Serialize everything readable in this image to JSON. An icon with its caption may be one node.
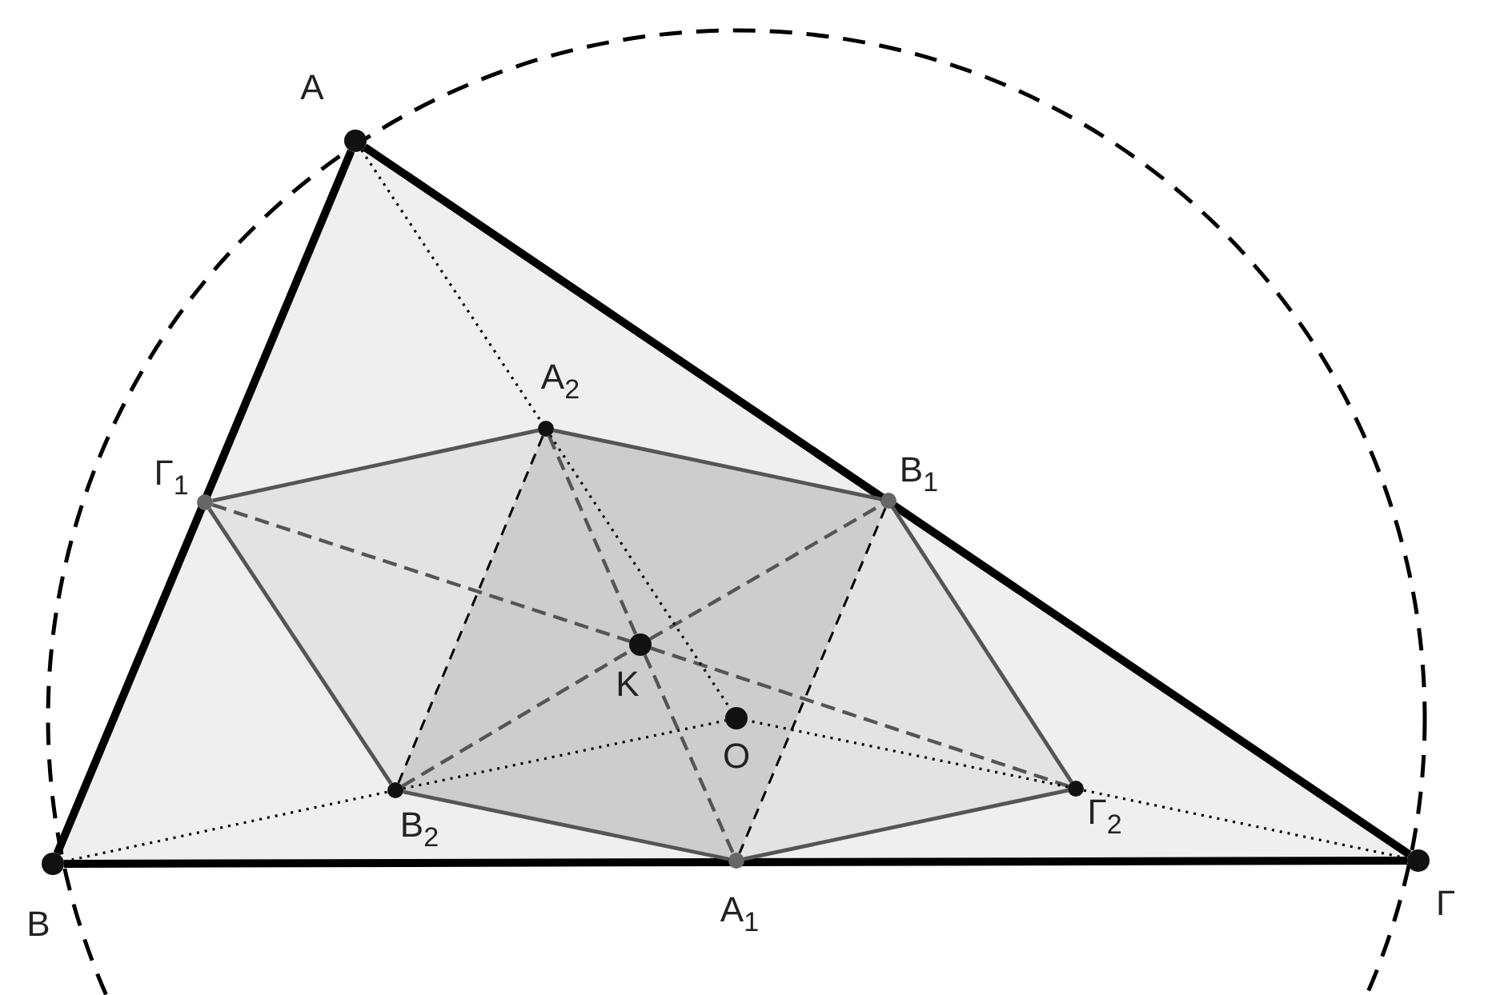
{
  "diagram": {
    "nodes": [
      {
        "text": [
          "A"
        ]
      },
      {
        "text": [
          "B"
        ]
      },
      {
        "text": [
          "Γ"
        ]
      },
      {
        "text": [
          "A$_{1}$"
        ]
      },
      {
        "text": [
          "B$_{1}$"
        ]
      },
      {
        "text": [
          "Γ$_{1}$"
        ]
      },
      {
        "text": [
          "A$_{2}$"
        ]
      },
      {
        "text": [
          "B$_{2}$"
        ]
      },
      {
        "text": [
          "Γ$_{2}$"
        ]
      },
      {
        "text": [
          "K"
        ]
      },
      {
        "text": [
          "O"
        ]
      }
    ],
    "edges": [
      {
        "from": 0,
        "to": 1,
        "arrow": "none",
        "style": "thick",
        "color": "#000000"
      },
      {
        "from": 0,
        "to": 2,
        "arrow": "none",
        "style": "thick",
        "color": "#000000"
      },
      {
        "from": 1,
        "to": 2,
        "arrow": "none",
        "style": "thick",
        "color": "#000000"
      },
      {
        "from": 5,
        "to": 6,
        "arrow": "none"
      },
      {
        "from": 6,
        "to": 4,
        "arrow": "none"
      },
      {
        "from": 4,
        "to": 8,
        "arrow": "none"
      },
      {
        "from": 8,
        "to": 3,
        "arrow": "none"
      },
      {
        "from": 3,
        "to": 7,
        "arrow": "none"
      },
      {
        "from": 7,
        "to": 5,
        "arrow": "none"
      },
      {
        "from": 6,
        "to": 9,
        "arrow": "none",
        "style": "dashed"
      },
      {
        "from": 9,
        "to": 3,
        "arrow": "none",
        "style": "dashed"
      },
      {
        "from": 7,
        "to": 9,
        "arrow": "none",
        "style": "dashed"
      },
      {
        "from": 9,
        "to": 4,
        "arrow": "none",
        "style": "dashed"
      },
      {
        "from": 5,
        "to": 9,
        "arrow": "none",
        "style": "dashed"
      },
      {
        "from": 9,
        "to": 8,
        "arrow": "none",
        "style": "dashed"
      },
      {
        "from": 6,
        "to": 7,
        "arrow": "none",
        "style": "dashed",
        "color": "#000000"
      },
      {
        "from": 4,
        "to": 3,
        "arrow": "none",
        "style": "dashed",
        "color": "#000000"
      },
      {
        "from": 0,
        "to": 6,
        "arrow": "none",
        "style": "dashed",
        "color": "#000000"
      },
      {
        "from": 6,
        "to": 10,
        "arrow": "none",
        "style": "dashed",
        "color": "#000000"
      },
      {
        "from": 1,
        "to": 7,
        "arrow": "none",
        "style": "dashed",
        "color": "#000000"
      },
      {
        "from": 7,
        "to": 10,
        "arrow": "none",
        "style": "dashed",
        "color": "#000000"
      },
      {
        "from": 2,
        "to": 8,
        "arrow": "none",
        "style": "dashed",
        "color": "#000000"
      },
      {
        "from": 8,
        "to": 10,
        "arrow": "none",
        "style": "dashed",
        "color": "#000000"
      }
    ]
  }
}
